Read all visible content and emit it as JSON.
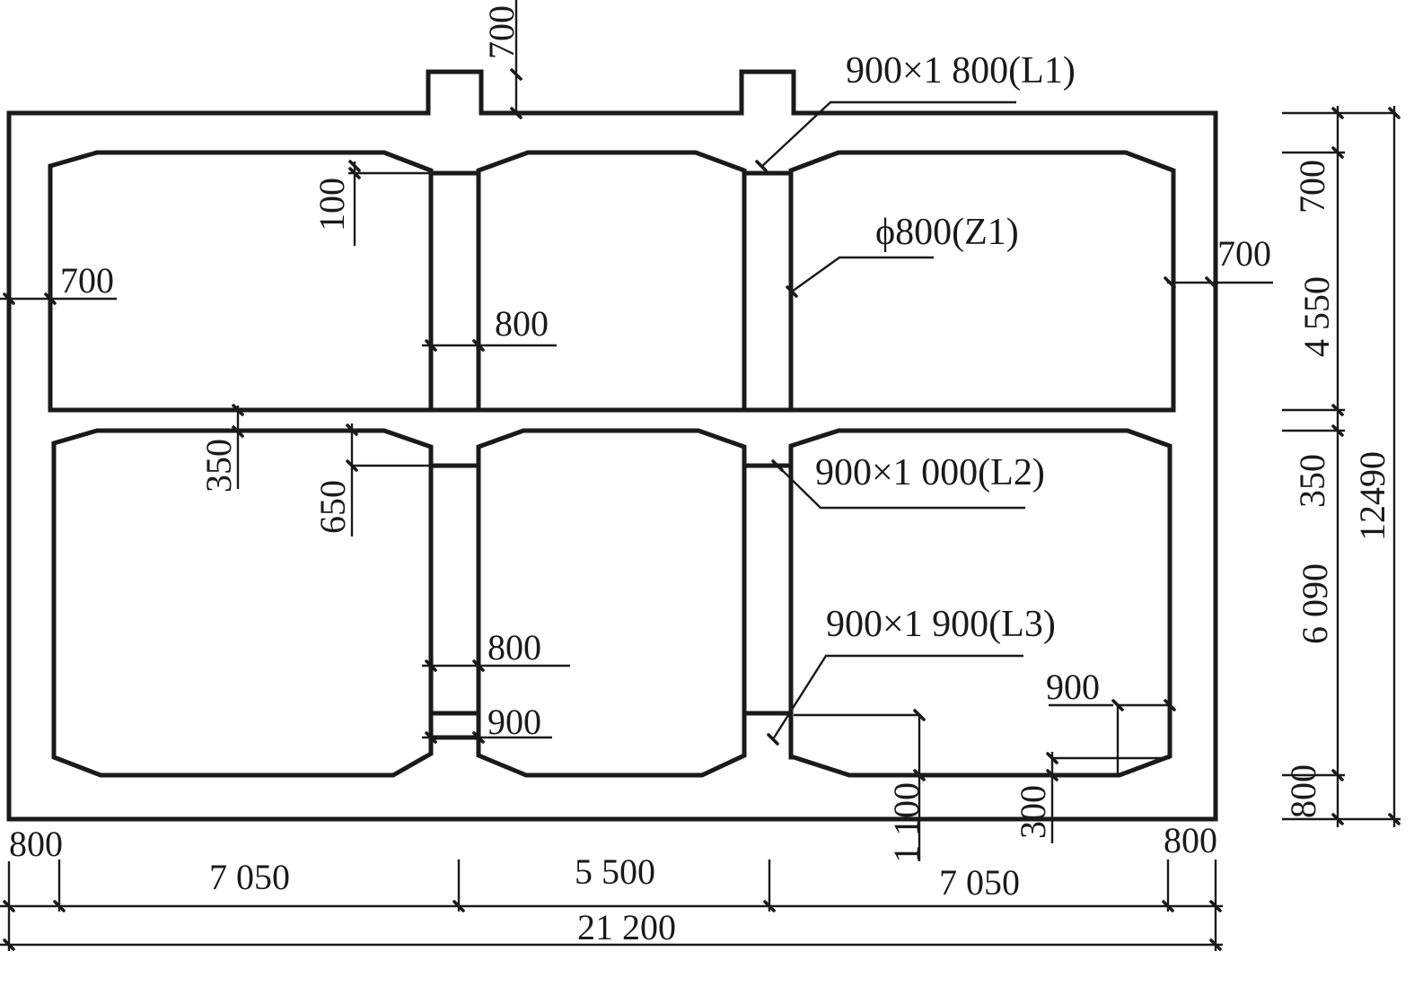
{
  "callouts": {
    "L1": "900×1 800(L1)",
    "Z1": "ϕ800(Z1)",
    "L2": "900×1 000(L2)",
    "L3": "900×1 900(L3)"
  },
  "top_dims": {
    "top_700": "700",
    "haunch_100": "100",
    "left_700": "700",
    "right_700": "700",
    "col_800": "800",
    "slab_350": "350",
    "haunch_650": "650"
  },
  "lower_dims": {
    "col_800": "800",
    "beam_900": "900",
    "corner_900": "900",
    "rise_1100": "1 100",
    "haunch_300": "300"
  },
  "bottom_dims": {
    "left_800": "800",
    "span_left": "7 050",
    "span_mid": "5 500",
    "span_right": "7 050",
    "right_800": "800",
    "total_width": "21 200"
  },
  "right_dims": {
    "roof_700": "700",
    "upper_4550": "4 550",
    "slab_350": "350",
    "lower_6090": "6 090",
    "floor_800": "800",
    "total_height": "12490"
  },
  "colors": {
    "line": "#1a1a1a",
    "background": "#ffffff"
  }
}
